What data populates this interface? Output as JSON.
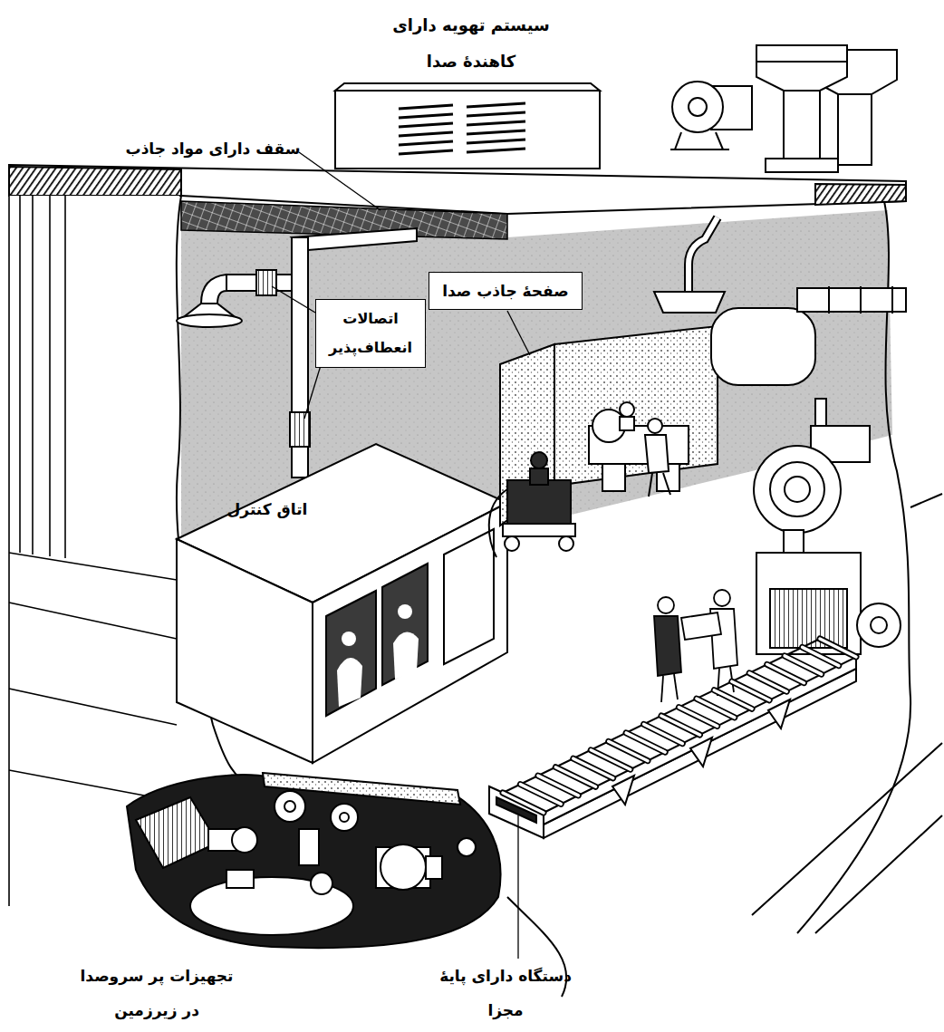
{
  "diagram": {
    "nodes": [
      {
        "text": [
          "صفحهٔ جاذب صدا"
        ]
      },
      {
        "text": [
          "اتصالات انعطاف‌پذیر"
        ]
      }
    ],
    "labels": [
      "سیستم تهویه دارای کاهندهٔ صدا",
      "سقف دارای مواد جاذب",
      "اتاق کنترل",
      "تجهیزات پر سروصدا در زیرزمین",
      "دستگاه دارای پایهٔ مجزا"
    ]
  }
}
